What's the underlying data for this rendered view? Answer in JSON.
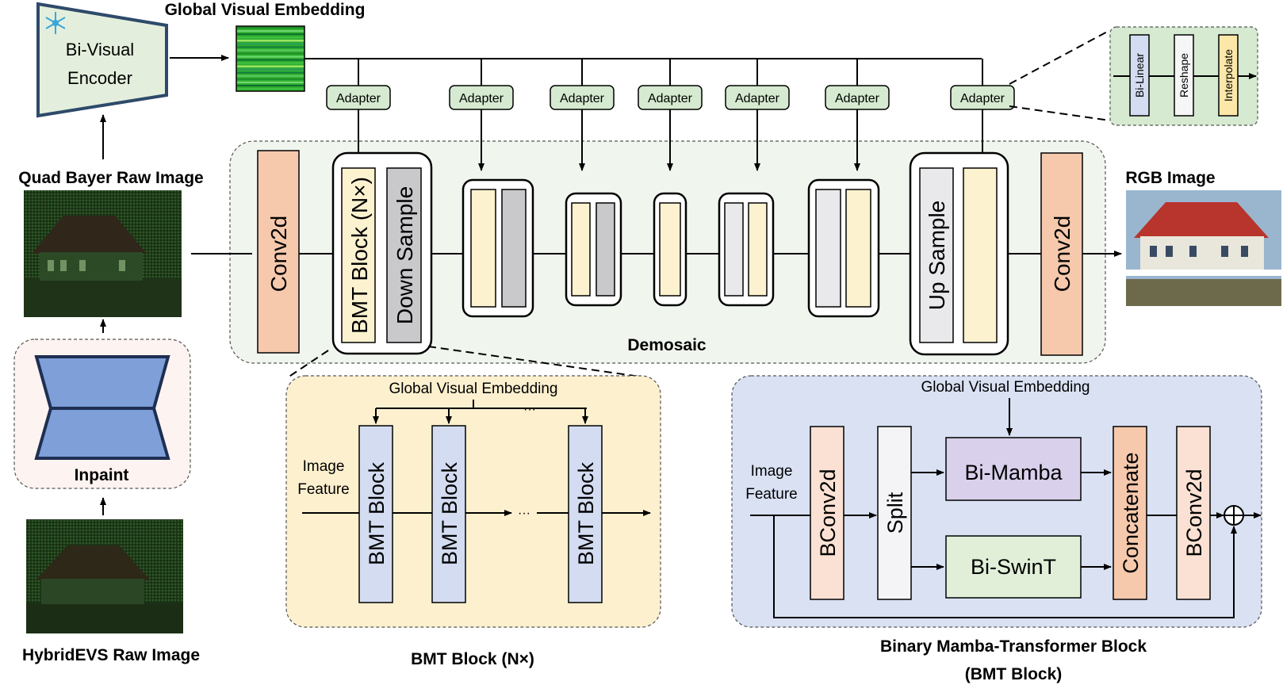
{
  "labels": {
    "global_visual_embedding_top": "Global Visual Embedding",
    "encoder_line1": "Bi-Visual",
    "encoder_line2": "Encoder",
    "quad_bayer": "Quad Bayer Raw Image",
    "inpaint": "Inpaint",
    "hybridevs": "HybridEVS Raw Image",
    "rgb_image": "RGB Image",
    "demosaic": "Demosaic",
    "adapter": "Adapter",
    "conv2d": "Conv2d",
    "bmt_block_n": "BMT Block (N×)",
    "down_sample": "Down Sample",
    "up_sample": "Up Sample",
    "bi_linear": "Bi-Linear",
    "reshape": "Reshape",
    "interpolate": "Interpolate",
    "bmt_panel_gve": "Global Visual Embedding",
    "image_feature_1": "Image",
    "image_feature_2": "Feature",
    "bmt_block": "BMT Block",
    "ellipsis": "···",
    "bmt_caption": "BMT Block (N×)",
    "bmt_detail_gve": "Global Visual Embedding",
    "bconv2d": "BConv2d",
    "split": "Split",
    "bi_mamba": "Bi-Mamba",
    "bi_swint": "Bi-SwinT",
    "concatenate": "Concatenate",
    "caption_line1": "Binary Mamba-Transformer Block",
    "caption_line2": "(BMT Block)"
  },
  "colors": {
    "adapter_fill": "#d5ead0",
    "encoder_fill": "#e3efdc",
    "encoder_stroke": "#2e4a6b",
    "conv_fill": "#f6c9ad",
    "bmt_fill": "#fdf2cf",
    "down_fill": "#c9c9cc",
    "up_fill": "#e9e9ec",
    "demosaic_bg": "#f0f5ee",
    "bmt_panel_bg": "#fcf0cf",
    "detail_panel_bg": "#d9e1f3",
    "block_blue": "#d3dcf1",
    "mamba_fill": "#d9d0ec",
    "swint_fill": "#e1efd9",
    "inpaint_bg": "#fdf3f0",
    "inpaint_shape": "#7e9fd8",
    "embedding_green": "#2fb02f"
  },
  "icons": {
    "frozen": "snowflake-icon"
  }
}
